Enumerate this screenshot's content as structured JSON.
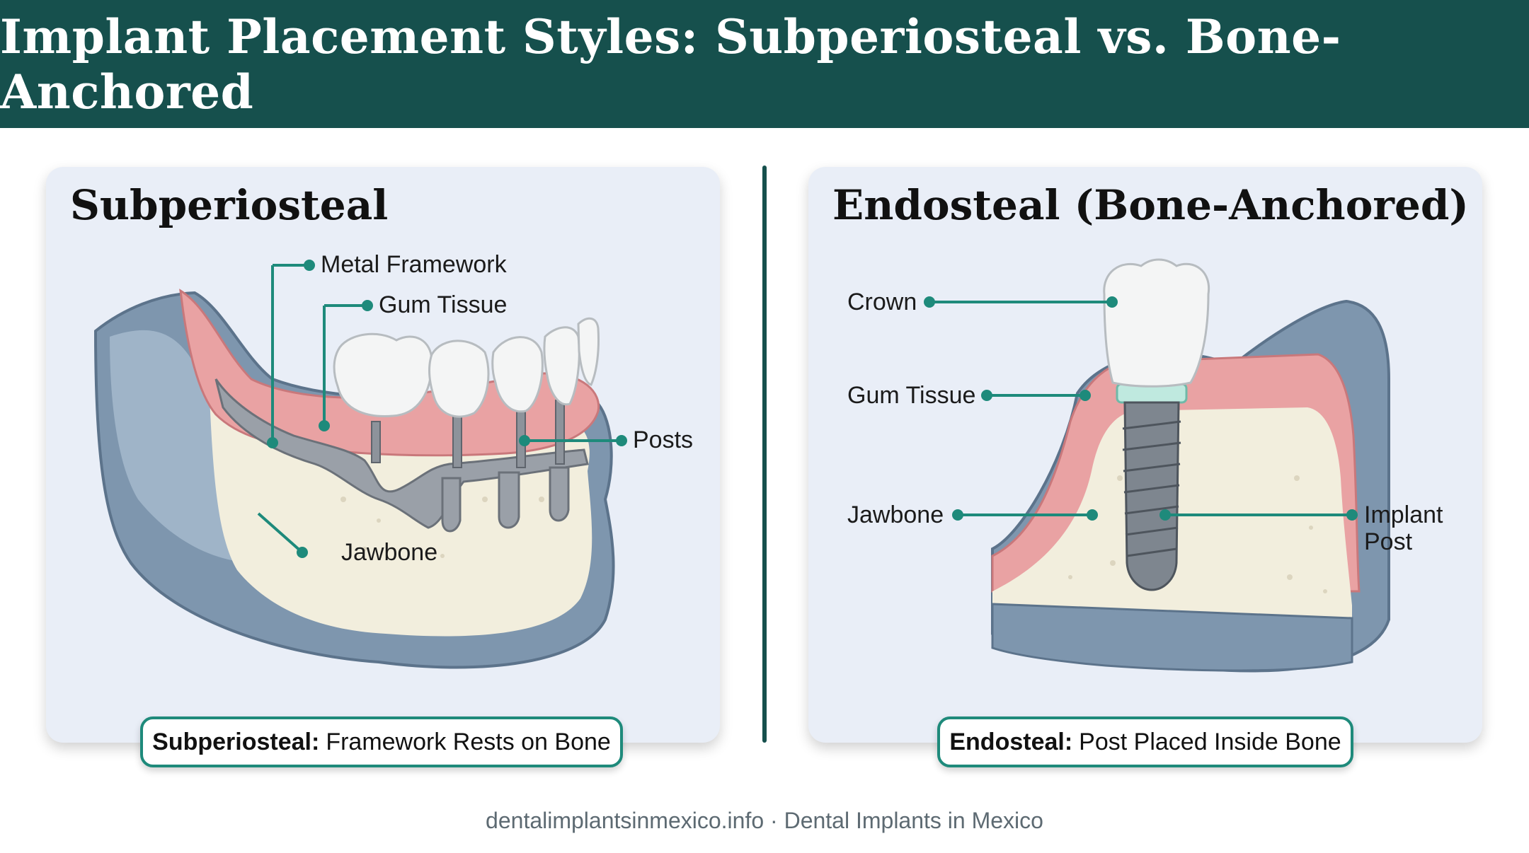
{
  "header": {
    "title": "Implant Placement Styles: Subperiosteal vs. Bone-Anchored"
  },
  "left_panel": {
    "title": "Subperiosteal",
    "labels": {
      "metal_framework": "Metal Framework",
      "gum_tissue": "Gum Tissue",
      "posts": "Posts",
      "jawbone": "Jawbone"
    },
    "caption_bold": "Subperiosteal:",
    "caption_text": "Framework Rests on Bone"
  },
  "right_panel": {
    "title": "Endosteal (Bone-Anchored)",
    "labels": {
      "crown": "Crown",
      "gum_tissue": "Gum Tissue",
      "jawbone": "Jawbone",
      "implant_post_line1": "Implant",
      "implant_post_line2": "Post"
    },
    "caption_bold": "Endosteal:",
    "caption_text": "Post Placed Inside Bone"
  },
  "footer": {
    "text": "dentalimplantsinmexico.info · Dental Implants in Mexico"
  },
  "colors": {
    "header_bg": "#16504d",
    "accent": "#1e8a7b",
    "panel_bg": "#e9eef7",
    "gum": "#e9a2a3",
    "bone": "#f2eedd",
    "bone_shell": "#7b93ab",
    "metal": "#9aa0a8"
  }
}
